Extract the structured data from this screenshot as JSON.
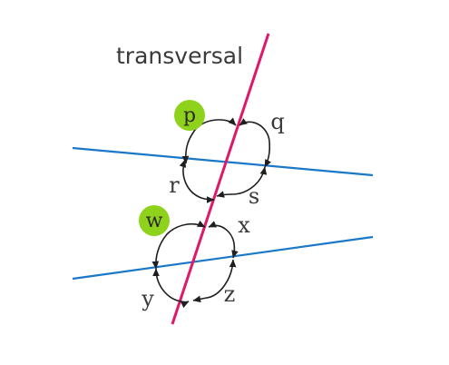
{
  "diagram": {
    "title": "transversal",
    "angle_labels": {
      "q": "q",
      "r": "r",
      "s": "s",
      "x": "x",
      "y": "y",
      "z": "z"
    },
    "highlighted_labels": {
      "p": "p",
      "w": "w"
    },
    "colors": {
      "transversal": "#e0186a",
      "parallel_lines": "#1a78c8",
      "highlight": "#8fd21c",
      "arcs": "#1f1f1f",
      "text": "#3a3a3a"
    }
  }
}
